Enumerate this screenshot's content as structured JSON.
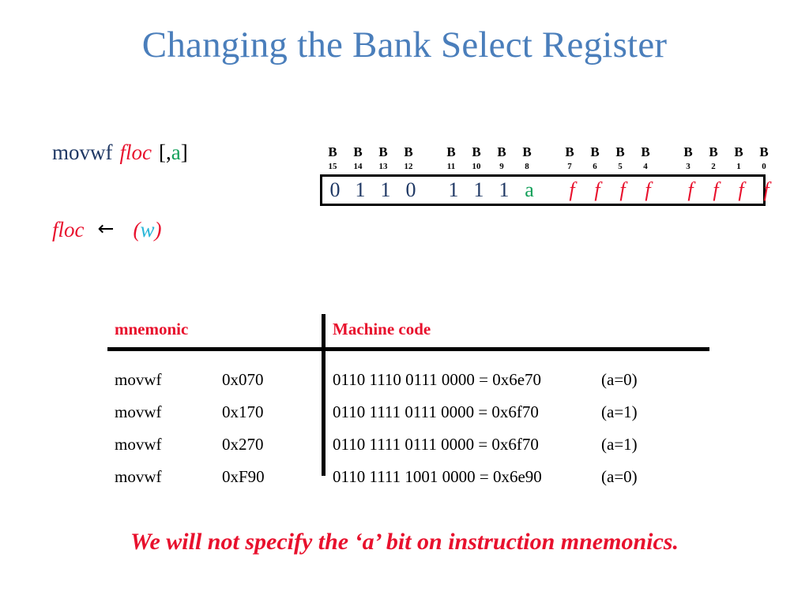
{
  "slide": {
    "title": "Changing the Bank Select Register",
    "title_color": "#4A7EBB"
  },
  "syntax": {
    "mnemonic": "movwf",
    "operand": "floc",
    "bracket_open": "[,",
    "access_bit": "a",
    "bracket_close": "]"
  },
  "operation": {
    "destination": "floc",
    "arrow": "←",
    "paren_open": "(",
    "source": "w",
    "paren_close": ")"
  },
  "bitfield": {
    "label_prefix": "B",
    "groups": [
      {
        "bits": [
          {
            "index": "15",
            "value": "0",
            "kind": "bin"
          },
          {
            "index": "14",
            "value": "1",
            "kind": "bin"
          },
          {
            "index": "13",
            "value": "1",
            "kind": "bin"
          },
          {
            "index": "12",
            "value": "0",
            "kind": "bin"
          }
        ]
      },
      {
        "bits": [
          {
            "index": "11",
            "value": "1",
            "kind": "bin"
          },
          {
            "index": "10",
            "value": "1",
            "kind": "bin"
          },
          {
            "index": "9",
            "value": "1",
            "kind": "bin"
          },
          {
            "index": "8",
            "value": "a",
            "kind": "a"
          }
        ]
      },
      {
        "bits": [
          {
            "index": "7",
            "value": "f",
            "kind": "f"
          },
          {
            "index": "6",
            "value": "f",
            "kind": "f"
          },
          {
            "index": "5",
            "value": "f",
            "kind": "f"
          },
          {
            "index": "4",
            "value": "f",
            "kind": "f"
          }
        ]
      },
      {
        "bits": [
          {
            "index": "3",
            "value": "f",
            "kind": "f"
          },
          {
            "index": "2",
            "value": "f",
            "kind": "f"
          },
          {
            "index": "1",
            "value": "f",
            "kind": "f"
          },
          {
            "index": "0",
            "value": "f",
            "kind": "f"
          }
        ]
      }
    ]
  },
  "table": {
    "headers": {
      "mnemonic": "mnemonic",
      "machine_code": "Machine code"
    },
    "rows": [
      {
        "mnemonic": "movwf",
        "operand": "0x070",
        "code": "0110 1110 0111 0000 = 0x6e70",
        "note": "(a=0)"
      },
      {
        "mnemonic": "movwf",
        "operand": "0x170",
        "code": "0110 1111 0111 0000 = 0x6f70",
        "note": "(a=1)"
      },
      {
        "mnemonic": "movwf",
        "operand": "0x270",
        "code": "0110 1111 0111 0000 = 0x6f70",
        "note": "(a=1)"
      },
      {
        "mnemonic": "movwf",
        "operand": "0xF90",
        "code": "0110 1111 1001 0000 = 0x6e90",
        "note": "(a=0)"
      }
    ]
  },
  "footer": {
    "note": "We will not specify the ‘a’ bit on instruction mnemonics."
  },
  "colors": {
    "title_blue": "#4A7EBB",
    "navy": "#1F3864",
    "red": "#E8112D",
    "green": "#13A05A",
    "cyan": "#29B6D8",
    "black": "#000000"
  }
}
